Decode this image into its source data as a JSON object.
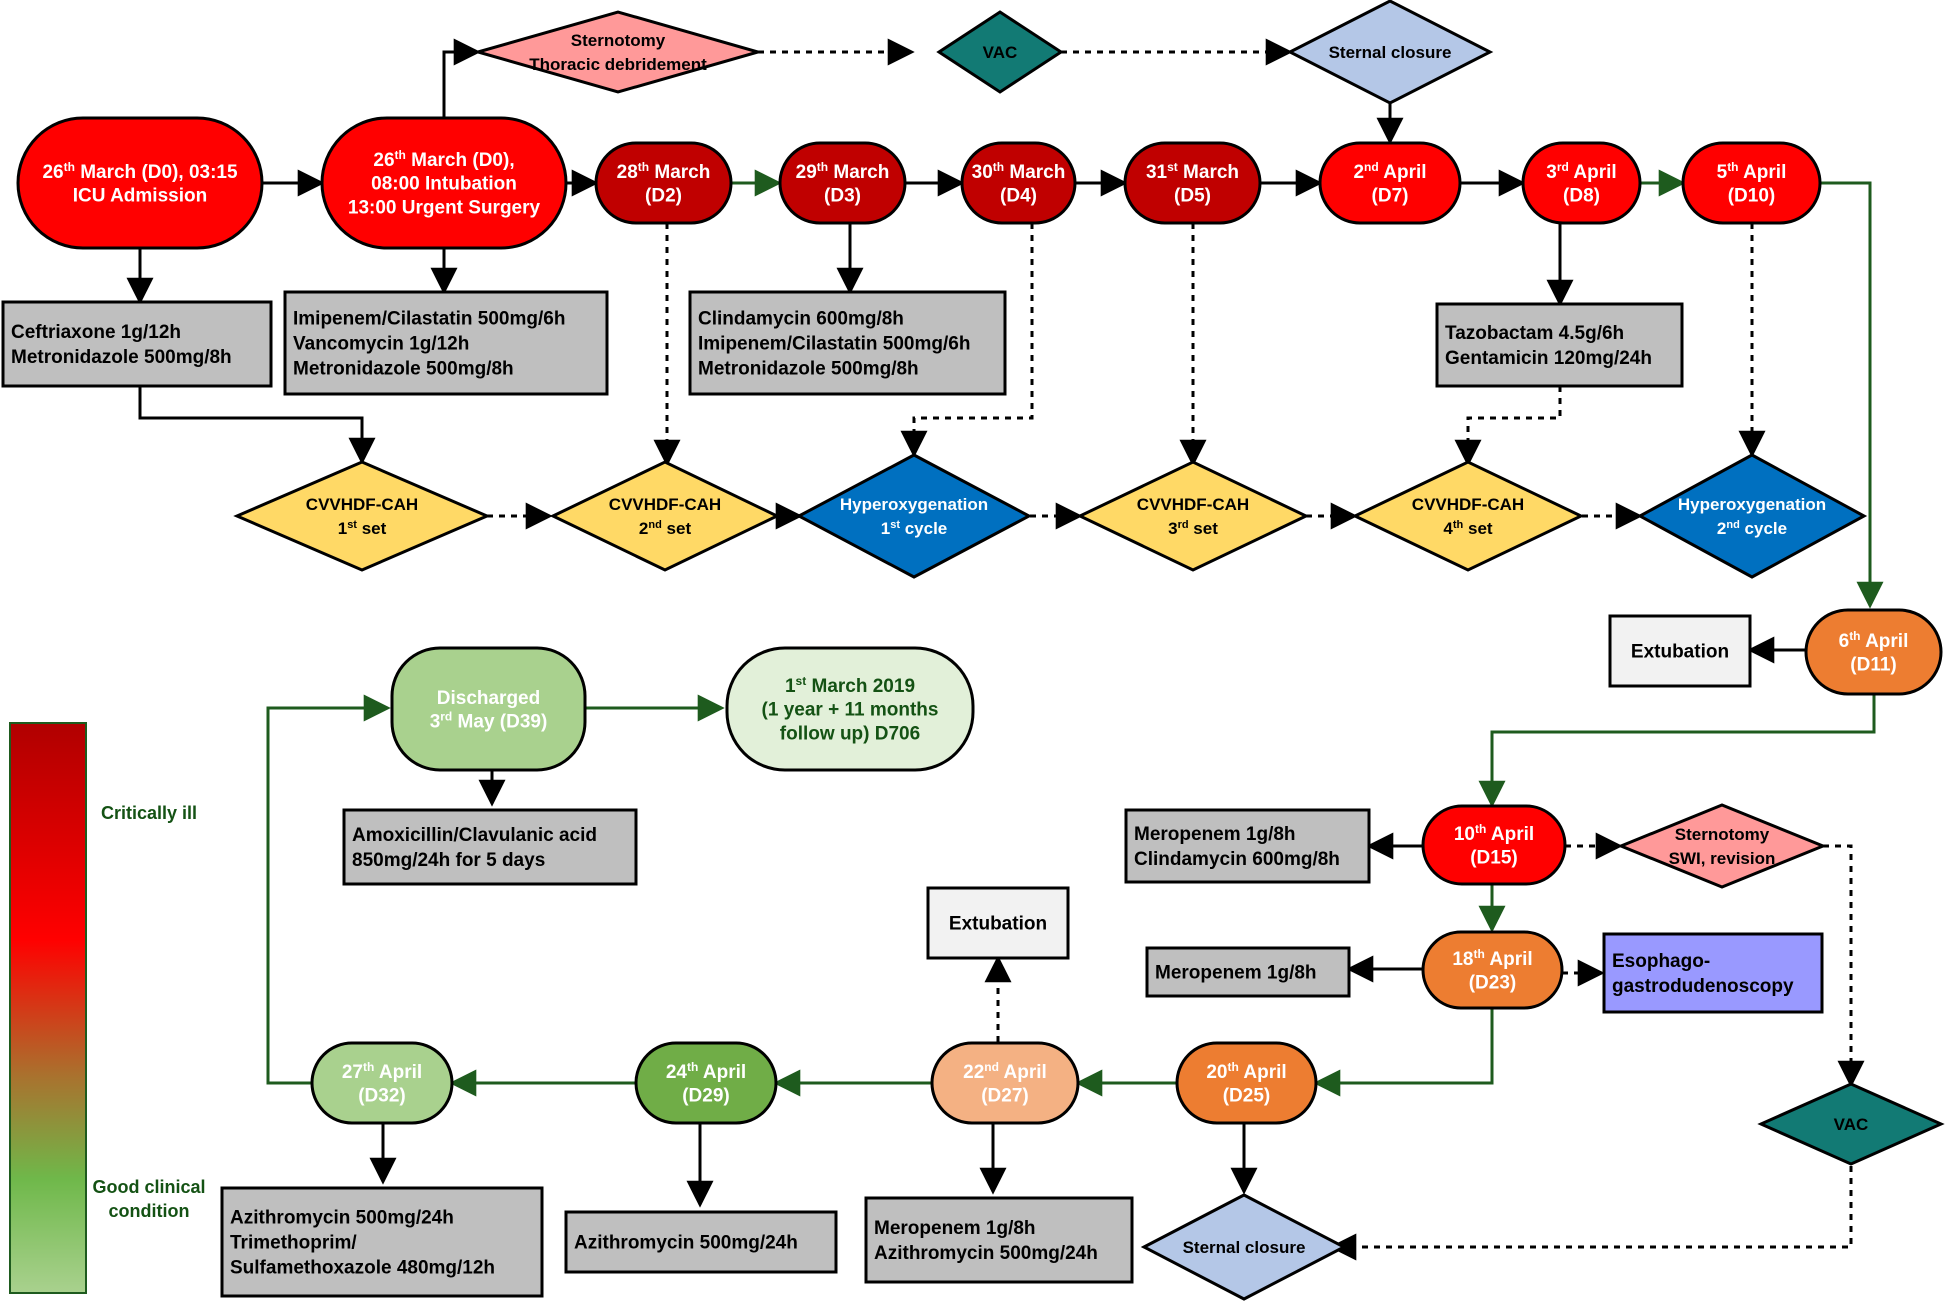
{
  "colors": {
    "critical_red": "#ff0000",
    "dark_red": "#c00000",
    "orange": "#ed7d31",
    "light_orange": "#f4b183",
    "green": "#70ad47",
    "light_green": "#a9d18e",
    "pale_green": "#e2f0d9",
    "grey_box": "#bfbfbf",
    "white_box": "#f2f2f2",
    "purple_box": "#9999ff",
    "yellow_diamond": "#ffd966",
    "blue_diamond": "#0070c0",
    "pink_diamond": "#ff9999",
    "teal_diamond": "#127a74",
    "lavender_diamond": "#b4c7e7",
    "arrow_green": "#1e5b1e",
    "legend_text": "#145214"
  },
  "legend": {
    "top": "Critically ill",
    "bottom": [
      "Good clinical",
      "condition"
    ]
  },
  "days": {
    "d0a": [
      "26th March (D0), 03:15",
      "ICU Admission"
    ],
    "d0b": [
      "26th March (D0),",
      "08:00 Intubation",
      "13:00 Urgent Surgery"
    ],
    "d2": [
      "28th March",
      "(D2)"
    ],
    "d3": [
      "29th March",
      "(D3)"
    ],
    "d4": [
      "30th March",
      "(D4)"
    ],
    "d5": [
      "31st March",
      "(D5)"
    ],
    "d7": [
      "2nd April",
      "(D7)"
    ],
    "d8": [
      "3rd April",
      "(D8)"
    ],
    "d10": [
      "5th April",
      "(D10)"
    ],
    "d11": [
      "6th April",
      "(D11)"
    ],
    "d15": [
      "10th April",
      "(D15)"
    ],
    "d23": [
      "18th April",
      "(D23)"
    ],
    "d25": [
      "20th April",
      "(D25)"
    ],
    "d27": [
      "22nd April",
      "(D27)"
    ],
    "d29": [
      "24th April",
      "(D29)"
    ],
    "d32": [
      "27th April",
      "(D32)"
    ],
    "d39": [
      "Discharged",
      "3rd May (D39)"
    ],
    "d706": [
      "1st  March 2019",
      "(1 year + 11 months",
      "follow up) D706"
    ]
  },
  "treatments": {
    "t_d0a": [
      "Ceftriaxone 1g/12h",
      "Metronidazole 500mg/8h"
    ],
    "t_d0b": [
      "Imipenem/Cilastatin 500mg/6h",
      "Vancomycin 1g/12h",
      "Metronidazole 500mg/8h"
    ],
    "t_d3": [
      "Clindamycin 600mg/8h",
      "Imipenem/Cilastatin 500mg/6h",
      "Metronidazole 500mg/8h"
    ],
    "t_d8": [
      "Tazobactam 4.5g/6h",
      "Gentamicin 120mg/24h"
    ],
    "t_d15": [
      "Meropenem 1g/8h",
      "Clindamycin 600mg/8h"
    ],
    "t_d23": [
      "Meropenem 1g/8h"
    ],
    "t_d27": [
      "Meropenem 1g/8h",
      "Azithromycin 500mg/24h"
    ],
    "t_d29": [
      "Azithromycin 500mg/24h"
    ],
    "t_d32": [
      "Azithromycin 500mg/24h",
      "Trimethoprim/",
      "Sulfamethoxazole 480mg/12h"
    ],
    "t_d39": [
      "Amoxicillin/Clavulanic acid",
      "850mg/24h for 5 days"
    ],
    "extubation": [
      "Extubation"
    ],
    "egd": [
      "Esophago-",
      "gastrodudenoscopy"
    ]
  },
  "procedures": {
    "sternotomy1": [
      "Sternotomy",
      "Thoracic debridement"
    ],
    "vac1": [
      "VAC"
    ],
    "sternal_closure": [
      "Sternal closure"
    ],
    "sternotomy2": [
      "Sternotomy",
      "SWI, revision"
    ],
    "vac2": [
      "VAC"
    ],
    "cv1": [
      "CVVHDF-CAH",
      "1st set"
    ],
    "cv2": [
      "CVVHDF-CAH",
      "2nd set"
    ],
    "hx1": [
      "Hyperoxygenation",
      "1st cycle"
    ],
    "cv3": [
      "CVVHDF-CAH",
      "3rd set"
    ],
    "cv4": [
      "CVVHDF-CAH",
      "4th set"
    ],
    "hx2": [
      "Hyperoxygenation",
      "2nd  cycle"
    ]
  }
}
